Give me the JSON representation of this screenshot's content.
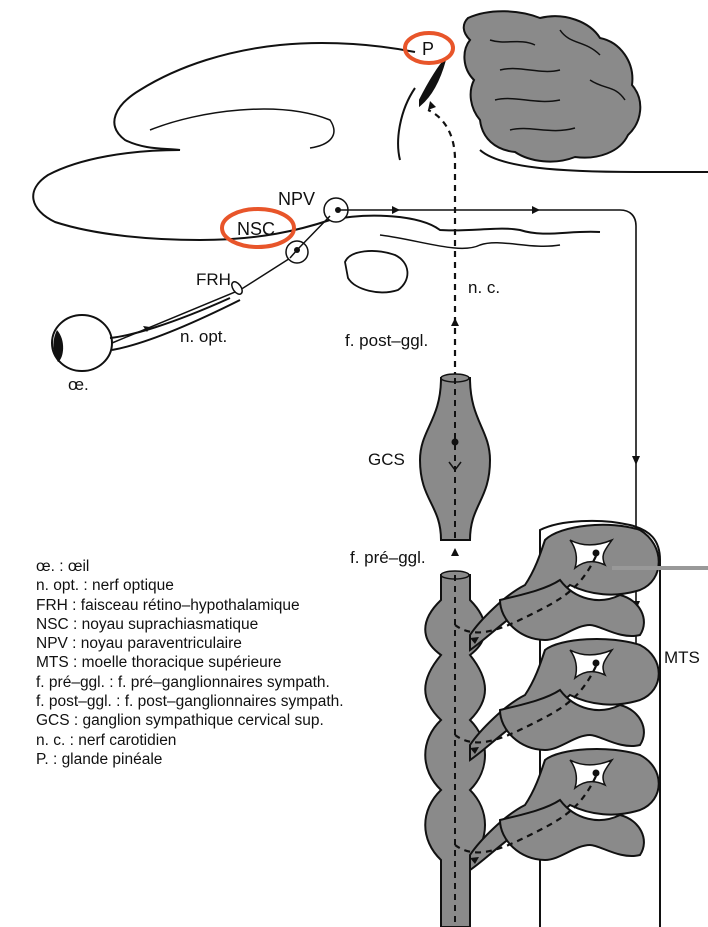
{
  "labels": {
    "P": "P",
    "NPV": "NPV",
    "NSC": "NSC",
    "FRH": "FRH",
    "n_opt": "n. opt.",
    "oe": "œ.",
    "n_c": "n. c.",
    "f_post_ggl": "f. post–ggl.",
    "GCS": "GCS",
    "f_pre_ggl": "f. pré–ggl.",
    "MTS": "MTS"
  },
  "legend": [
    "œ. : œil",
    "n. opt. : nerf optique",
    "FRH : faisceau rétino–hypothalamique",
    "NSC : noyau suprachiasmatique",
    "NPV : noyau paraventriculaire",
    "MTS : moelle thoracique supérieure",
    "f. pré–ggl. : f. pré–ganglionnaires sympath.",
    "f. post–ggl. : f. post–ganglionnaires sympath.",
    "GCS : ganglion sympathique cervical sup.",
    "n. c. : nerf carotidien",
    "P. : glande pinéale"
  ],
  "colors": {
    "highlight": "#e8552a",
    "tissue_gray": "#8a8a8a",
    "line": "#111111"
  }
}
